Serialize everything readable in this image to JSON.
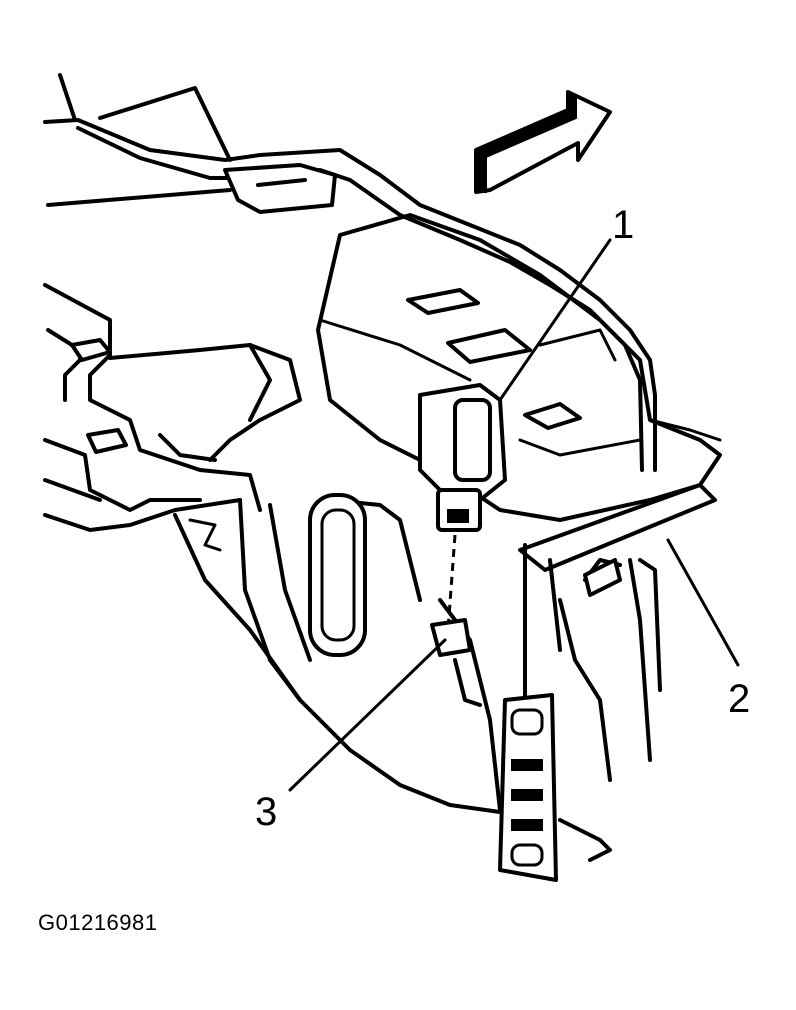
{
  "callouts": [
    {
      "id": "1",
      "label": "1"
    },
    {
      "id": "2",
      "label": "2"
    },
    {
      "id": "3",
      "label": "3"
    }
  ],
  "figure_id": "G01216981",
  "icons": {
    "direction_arrow": "forward-arrow-icon"
  }
}
